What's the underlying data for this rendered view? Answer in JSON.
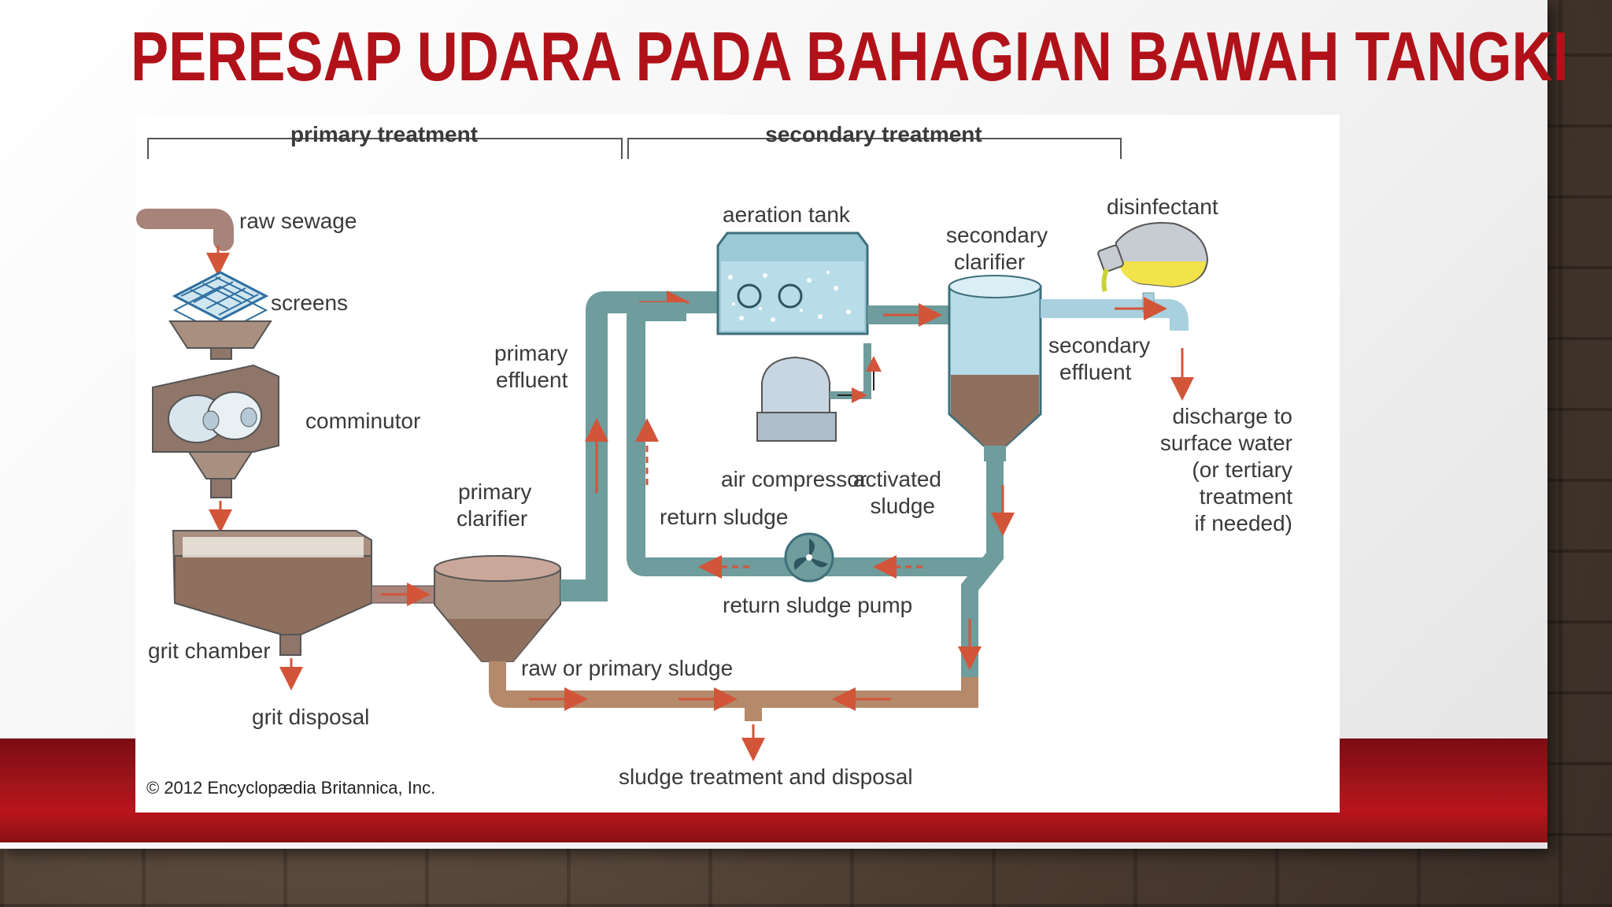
{
  "slide": {
    "title": "PERESAP UDARA PADA BAHAGIAN BAWAH TANGKI",
    "colors": {
      "title": "#b11219",
      "band": "#a3141b"
    }
  },
  "diagram": {
    "headers": {
      "primary": "primary treatment",
      "secondary": "secondary treatment"
    },
    "labels": {
      "raw_sewage": "raw sewage",
      "screens": "screens",
      "comminutor": "comminutor",
      "grit_chamber": "grit chamber",
      "grit_disposal": "grit disposal",
      "primary_clarifier_1": "primary",
      "primary_clarifier_2": "clarifier",
      "primary_effluent_1": "primary",
      "primary_effluent_2": "effluent",
      "aeration_tank": "aeration tank",
      "air_compressor": "air compressor",
      "return_sludge": "return sludge",
      "return_sludge_pump": "return sludge pump",
      "secondary_clarifier_1": "secondary",
      "secondary_clarifier_2": "clarifier",
      "activated_sludge_1": "activated",
      "activated_sludge_2": "sludge",
      "disinfectant": "disinfectant",
      "secondary_effluent_1": "secondary",
      "secondary_effluent_2": "effluent",
      "discharge_1": "discharge to",
      "discharge_2": "surface water",
      "discharge_3": "(or tertiary",
      "discharge_4": "treatment",
      "discharge_5": "if needed)",
      "raw_primary_sludge": "raw or primary sludge",
      "sludge_treatment": "sludge treatment and disposal"
    },
    "copyright": "© 2012 Encyclopædia Britannica, Inc.",
    "colors": {
      "pipe": "#6f9c9c",
      "pipe_dark": "#4f7a7a",
      "sludge_pipe": "#b48a6a",
      "arrow": "#d2553a",
      "water": "#a9d6e6",
      "sludge": "#8a6a55"
    }
  }
}
